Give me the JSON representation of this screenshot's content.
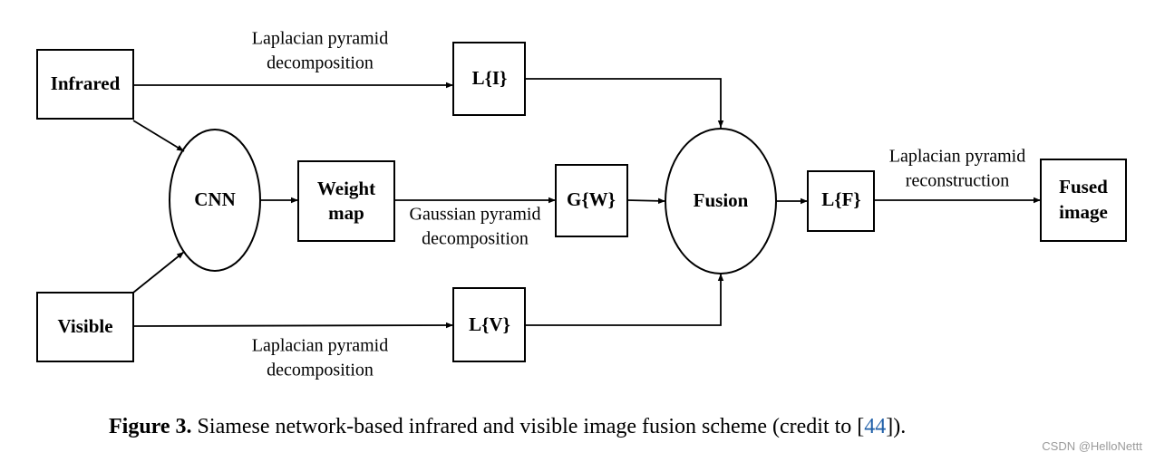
{
  "nodes": {
    "infrared": "Infrared",
    "visible": "Visible",
    "cnn": "CNN",
    "weight_map": [
      "Weight",
      "map"
    ],
    "l_i": "L{I}",
    "l_v": "L{V}",
    "g_w": "G{W}",
    "fusion": "Fusion",
    "l_f": "L{F}",
    "fused_image": [
      "Fused",
      "image"
    ]
  },
  "edge_labels": {
    "top_lap": [
      "Laplacian pyramid",
      "decomposition"
    ],
    "bottom_lap": [
      "Laplacian pyramid",
      "decomposition"
    ],
    "gauss": [
      "Gaussian pyramid",
      "decomposition"
    ],
    "recon": [
      "Laplacian pyramid",
      "reconstruction"
    ]
  },
  "caption": {
    "label": "Figure 3.",
    "text": " Siamese network-based infrared and visible image fusion scheme (credit to [",
    "ref": "44",
    "tail": "])."
  },
  "watermark": "CSDN @HelloNettt"
}
